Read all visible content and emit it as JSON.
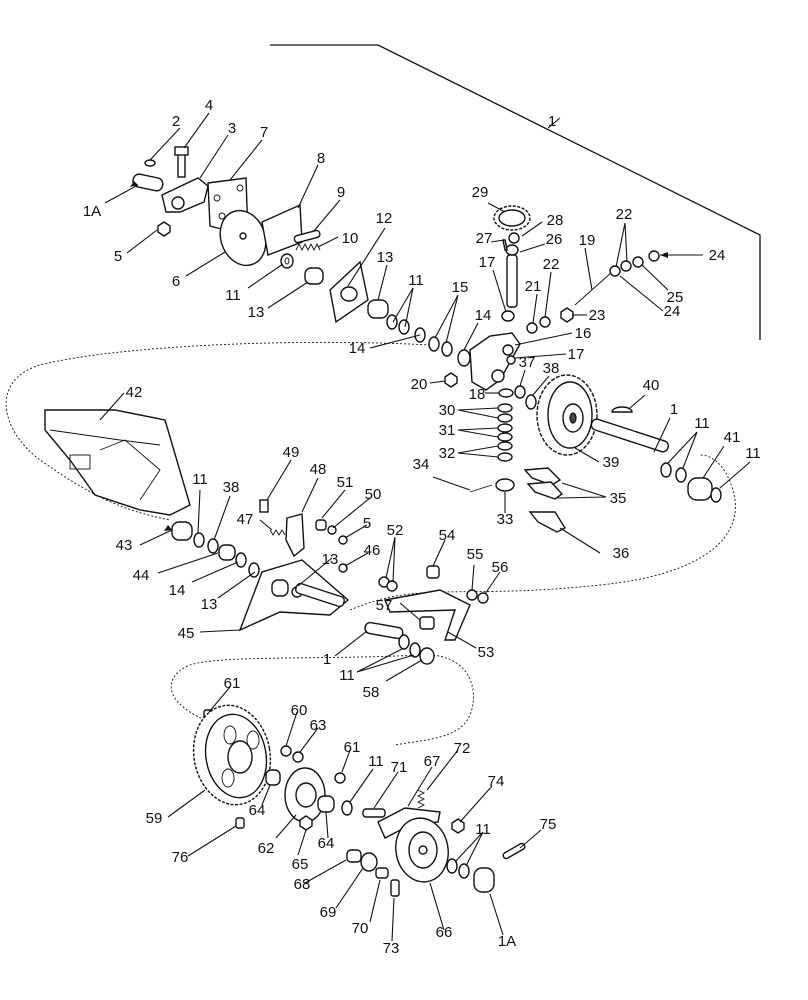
{
  "callouts": [
    {
      "id": "c2",
      "text": "2"
    },
    {
      "id": "c4",
      "text": "4"
    },
    {
      "id": "c3",
      "text": "3"
    },
    {
      "id": "c7",
      "text": "7"
    },
    {
      "id": "c1a_top",
      "text": "1A"
    },
    {
      "id": "c8",
      "text": "8"
    },
    {
      "id": "c9",
      "text": "9"
    },
    {
      "id": "c10",
      "text": "10"
    },
    {
      "id": "c5_top",
      "text": "5"
    },
    {
      "id": "c6",
      "text": "6"
    },
    {
      "id": "c11_a",
      "text": "11"
    },
    {
      "id": "c13_a",
      "text": "13"
    },
    {
      "id": "c12",
      "text": "12"
    },
    {
      "id": "c13_b",
      "text": "13"
    },
    {
      "id": "c11_b",
      "text": "11"
    },
    {
      "id": "c1_top",
      "text": "1"
    },
    {
      "id": "c29",
      "text": "29"
    },
    {
      "id": "c28",
      "text": "28"
    },
    {
      "id": "c27",
      "text": "27"
    },
    {
      "id": "c26",
      "text": "26"
    },
    {
      "id": "c22_a",
      "text": "22"
    },
    {
      "id": "c24_a",
      "text": "24"
    },
    {
      "id": "c19",
      "text": "19"
    },
    {
      "id": "c17_a",
      "text": "17"
    },
    {
      "id": "c22_b",
      "text": "22"
    },
    {
      "id": "c25",
      "text": "25"
    },
    {
      "id": "c21",
      "text": "21"
    },
    {
      "id": "c24_b",
      "text": "24"
    },
    {
      "id": "c23",
      "text": "23"
    },
    {
      "id": "c15",
      "text": "15"
    },
    {
      "id": "c14_a",
      "text": "14"
    },
    {
      "id": "c16",
      "text": "16"
    },
    {
      "id": "c14_b",
      "text": "14"
    },
    {
      "id": "c17_b",
      "text": "17"
    },
    {
      "id": "c37",
      "text": "37"
    },
    {
      "id": "c38_a",
      "text": "38"
    },
    {
      "id": "c20",
      "text": "20"
    },
    {
      "id": "c18",
      "text": "18"
    },
    {
      "id": "c40",
      "text": "40"
    },
    {
      "id": "c42",
      "text": "42"
    },
    {
      "id": "c30",
      "text": "30"
    },
    {
      "id": "c1_mid",
      "text": "1"
    },
    {
      "id": "c31",
      "text": "31"
    },
    {
      "id": "c11_c",
      "text": "11"
    },
    {
      "id": "c32",
      "text": "32"
    },
    {
      "id": "c41",
      "text": "41"
    },
    {
      "id": "c11_d",
      "text": "11"
    },
    {
      "id": "c39",
      "text": "39"
    },
    {
      "id": "c34",
      "text": "34"
    },
    {
      "id": "c49",
      "text": "49"
    },
    {
      "id": "c48",
      "text": "48"
    },
    {
      "id": "c51",
      "text": "51"
    },
    {
      "id": "c50",
      "text": "50"
    },
    {
      "id": "c35",
      "text": "35"
    },
    {
      "id": "c11_e",
      "text": "11"
    },
    {
      "id": "c38_b",
      "text": "38"
    },
    {
      "id": "c33",
      "text": "33"
    },
    {
      "id": "c47",
      "text": "47"
    },
    {
      "id": "c5_mid",
      "text": "5"
    },
    {
      "id": "c43",
      "text": "43"
    },
    {
      "id": "c36",
      "text": "36"
    },
    {
      "id": "c52",
      "text": "52"
    },
    {
      "id": "c13_c",
      "text": "13"
    },
    {
      "id": "c46",
      "text": "46"
    },
    {
      "id": "c54",
      "text": "54"
    },
    {
      "id": "c44",
      "text": "44"
    },
    {
      "id": "c55",
      "text": "55"
    },
    {
      "id": "c56",
      "text": "56"
    },
    {
      "id": "c14_c",
      "text": "14"
    },
    {
      "id": "c13_d",
      "text": "13"
    },
    {
      "id": "c57",
      "text": "57"
    },
    {
      "id": "c45",
      "text": "45"
    },
    {
      "id": "c53",
      "text": "53"
    },
    {
      "id": "c1_low",
      "text": "1"
    },
    {
      "id": "c11_f",
      "text": "11"
    },
    {
      "id": "c58",
      "text": "58"
    },
    {
      "id": "c61_a",
      "text": "61"
    },
    {
      "id": "c60",
      "text": "60"
    },
    {
      "id": "c63",
      "text": "63"
    },
    {
      "id": "c61_b",
      "text": "61"
    },
    {
      "id": "c72",
      "text": "72"
    },
    {
      "id": "c11_g",
      "text": "11"
    },
    {
      "id": "c71",
      "text": "71"
    },
    {
      "id": "c67",
      "text": "67"
    },
    {
      "id": "c74",
      "text": "74"
    },
    {
      "id": "c59",
      "text": "59"
    },
    {
      "id": "c64_a",
      "text": "64"
    },
    {
      "id": "c64_b",
      "text": "64"
    },
    {
      "id": "c62",
      "text": "62"
    },
    {
      "id": "c11_h",
      "text": "11"
    },
    {
      "id": "c75",
      "text": "75"
    },
    {
      "id": "c65",
      "text": "65"
    },
    {
      "id": "c76",
      "text": "76"
    },
    {
      "id": "c68",
      "text": "68"
    },
    {
      "id": "c69",
      "text": "69"
    },
    {
      "id": "c70",
      "text": "70"
    },
    {
      "id": "c66",
      "text": "66"
    },
    {
      "id": "c73",
      "text": "73"
    },
    {
      "id": "c1a_bot",
      "text": "1A"
    }
  ]
}
